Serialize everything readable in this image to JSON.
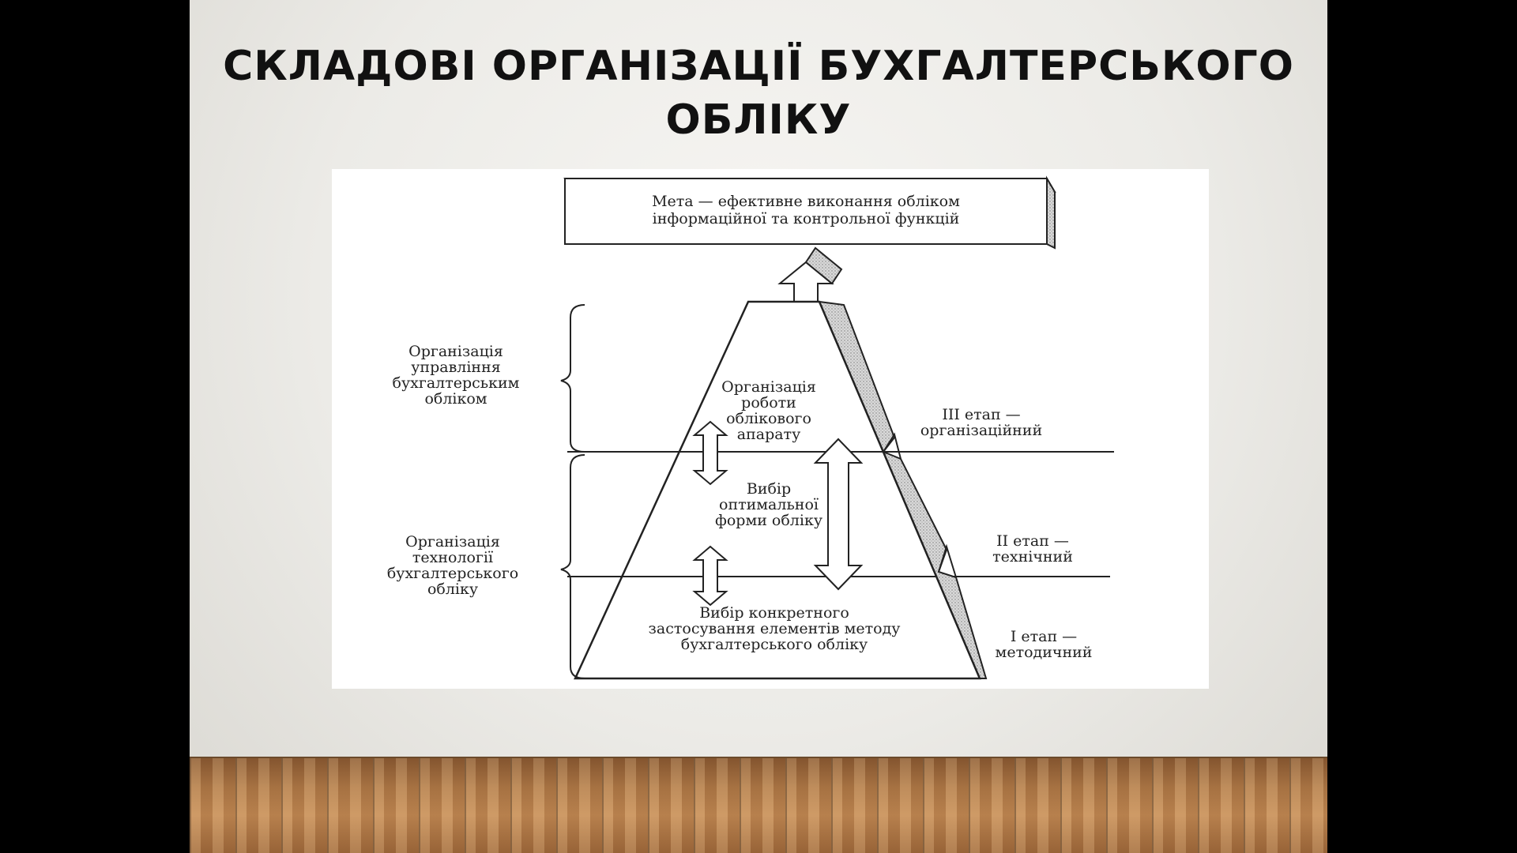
{
  "slide": {
    "title_line1": "СКЛАДОВІ ОРГАНІЗАЦІЇ БУХГАЛТЕРСЬКОГО",
    "title_line2": "ОБЛІКУ"
  },
  "diagram": {
    "goal": {
      "line1": "Мета — ефективне виконання обліком",
      "line2": "інформаційної та контрольної функцій"
    },
    "left_groups": [
      {
        "lines": [
          "Організація",
          "управління",
          "бухгалтерським",
          "обліком"
        ]
      },
      {
        "lines": [
          "Організація",
          "технології",
          "бухгалтерського",
          "обліку"
        ]
      }
    ],
    "levels": [
      {
        "lines": [
          "Організація",
          "роботи",
          "облікового",
          "апарату"
        ]
      },
      {
        "lines": [
          "Вибір",
          "оптимальної",
          "форми обліку"
        ]
      },
      {
        "lines": [
          "Вибір конкретного",
          "застосування елементів методу",
          "бухгалтерського обліку"
        ]
      }
    ],
    "stages": [
      {
        "lines": [
          "III етап —",
          "організаційний"
        ]
      },
      {
        "lines": [
          "II етап —",
          "технічний"
        ]
      },
      {
        "lines": [
          "I етап —",
          "методичний"
        ]
      }
    ]
  }
}
